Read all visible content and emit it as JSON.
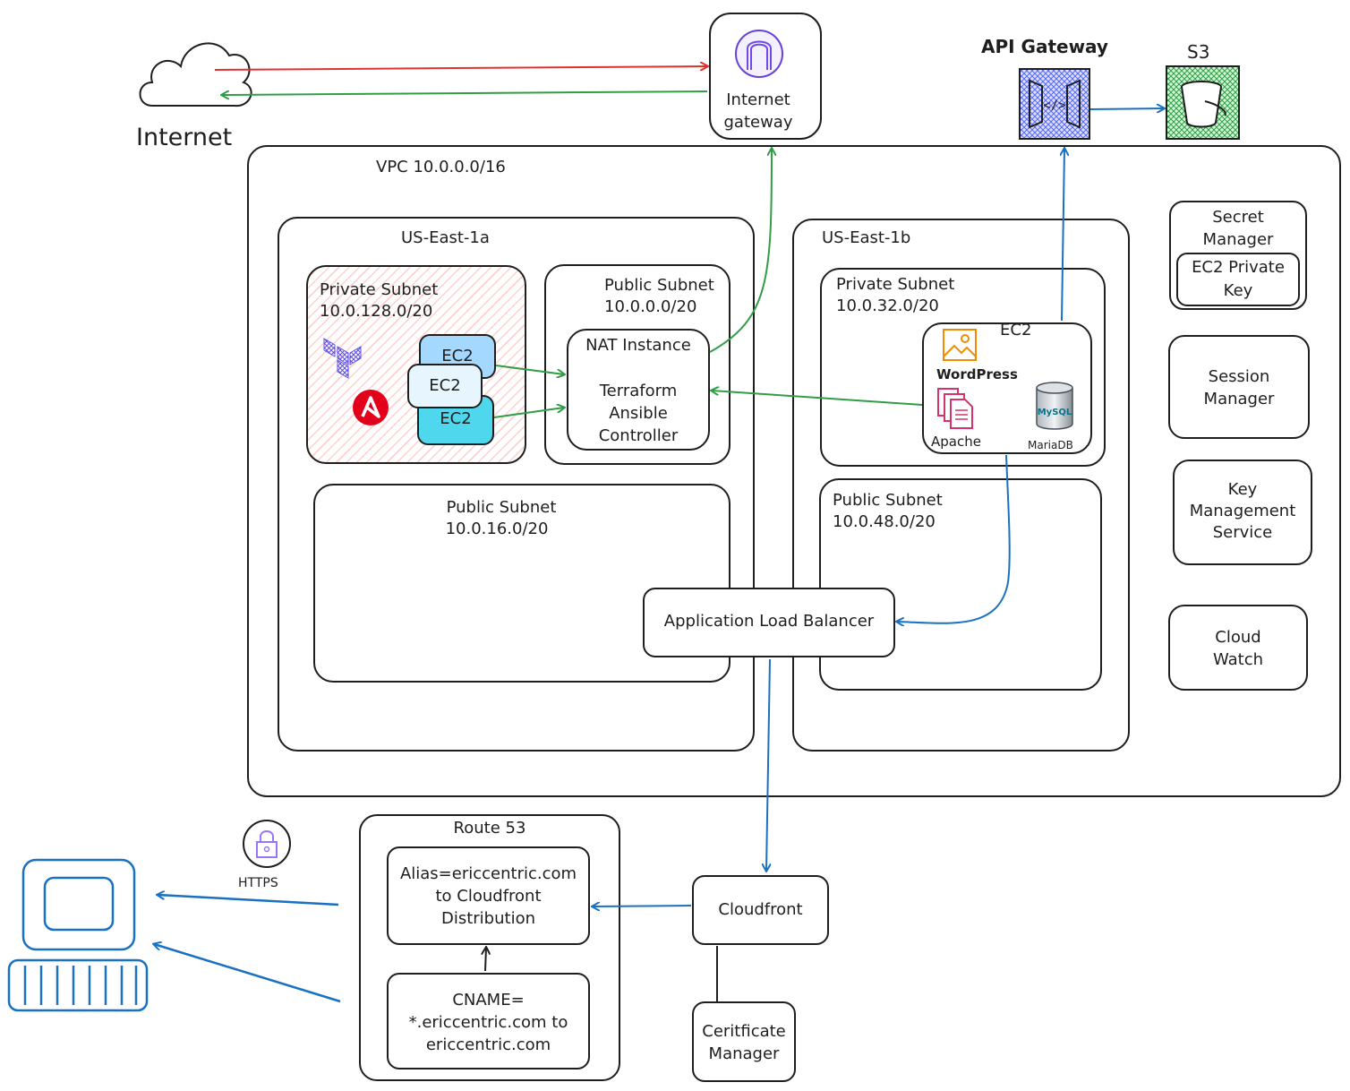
{
  "internet": {
    "label": "Internet"
  },
  "igw": {
    "label": "Internet\ngateway"
  },
  "api_gateway": {
    "label": "API Gateway"
  },
  "s3": {
    "label": "S3"
  },
  "vpc": {
    "label": "VPC 10.0.0.0/16"
  },
  "az_a": {
    "label": "US-East-1a",
    "private_subnet": {
      "name": "Private Subnet",
      "cidr": "10.0.128.0/20"
    },
    "public_subnet_top": {
      "name": "Public Subnet",
      "cidr": "10.0.0.0/20"
    },
    "public_subnet_bottom": {
      "name": "Public Subnet",
      "cidr": "10.0.16.0/20"
    },
    "ec2_labels": [
      "EC2",
      "EC2",
      "EC2"
    ],
    "nat": {
      "title": "NAT Instance",
      "body": "Terraform\nAnsible\nController"
    }
  },
  "az_b": {
    "label": "US-East-1b",
    "private_subnet": {
      "name": "Private Subnet",
      "cidr": "10.0.32.0/20"
    },
    "public_subnet": {
      "name": "Public Subnet",
      "cidr": "10.0.48.0/20"
    },
    "ec2": {
      "label": "EC2",
      "wordpress": "WordPress",
      "apache": "Apache",
      "mariadb": "MariaDB",
      "mysql": "MySQL"
    }
  },
  "alb": {
    "label": "Application Load Balancer"
  },
  "services": {
    "secret_manager": "Secret\nManager",
    "ec2_private_key": "EC2 Private\nKey",
    "session_manager": "Session\nManager",
    "kms": "Key\nManagement\nService",
    "cloudwatch": "Cloud\nWatch"
  },
  "route53": {
    "label": "Route 53",
    "alias": "Alias=ericcentric.com\nto Cloudfront\nDistribution",
    "cname": "CNAME=\n*.ericcentric.com to\nericcentric.com"
  },
  "cloudfront": {
    "label": "Cloudfront"
  },
  "cert_manager": {
    "label": "Ceritficate\nManager"
  },
  "https": {
    "label": "HTTPS"
  },
  "colors": {
    "red": "#e03131",
    "green": "#2f9e44",
    "blue": "#1971c2",
    "purple": "#6741d9",
    "ec2_blue": "#a5d8ff",
    "ec2_cyan": "#4fd7ee"
  }
}
